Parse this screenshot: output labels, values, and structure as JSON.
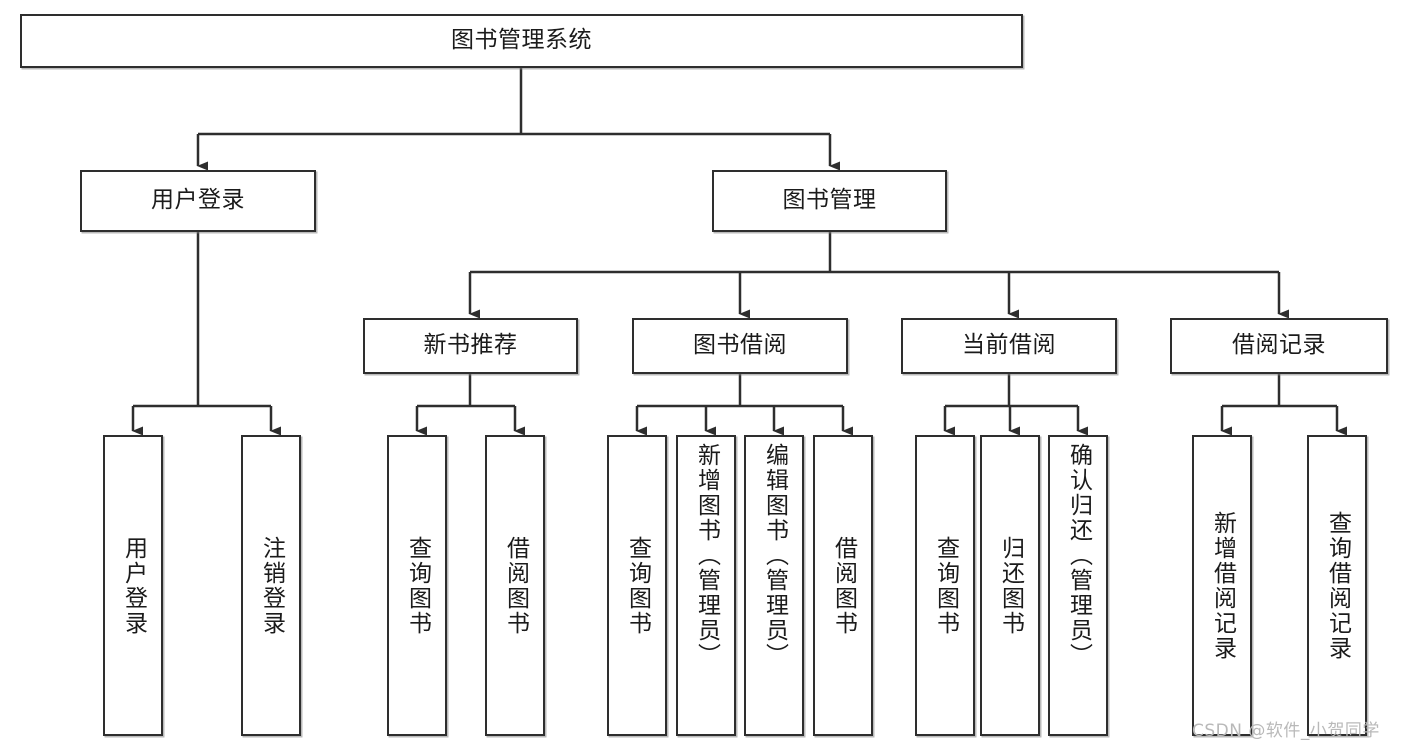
{
  "diagram": {
    "title": "图书管理系统",
    "type": "tree-hierarchy-chart",
    "orientation": "top-down",
    "colors": {
      "stroke": "#2e2e2e",
      "fill": "#ffffff",
      "text": "#1b1b1b",
      "watermark": "#b9b9b9"
    },
    "root": {
      "label": "图书管理系统"
    },
    "level2": [
      {
        "label": "用户登录"
      },
      {
        "label": "图书管理"
      }
    ],
    "level3": [
      {
        "label": "新书推荐"
      },
      {
        "label": "图书借阅"
      },
      {
        "label": "当前借阅"
      },
      {
        "label": "借阅记录"
      }
    ],
    "leaves_user_login": [
      {
        "label": "用户登录"
      },
      {
        "label": "注销登录"
      }
    ],
    "leaves_new_book": [
      {
        "label": "查询图书"
      },
      {
        "label": "借阅图书"
      }
    ],
    "leaves_borrow": [
      {
        "label": "查询图书"
      },
      {
        "label": "新增图书（管理员）"
      },
      {
        "label": "编辑图书（管理员）"
      },
      {
        "label": "借阅图书"
      }
    ],
    "leaves_current": [
      {
        "label": "查询图书"
      },
      {
        "label": "归还图书"
      },
      {
        "label": "确认归还（管理员）"
      }
    ],
    "leaves_records": [
      {
        "label": "新增借阅记录"
      },
      {
        "label": "查询借阅记录"
      }
    ]
  },
  "watermark": {
    "text": "CSDN @软件_小贺同学"
  }
}
